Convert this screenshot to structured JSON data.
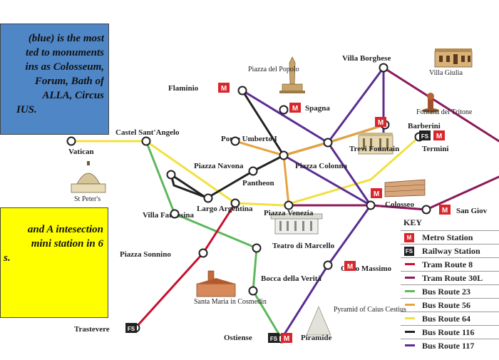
{
  "notes": {
    "blue": {
      "color": "#4f86c6",
      "lines": [
        "(blue) is the most",
        "ted to monuments",
        "ins as Colosseum,",
        "Forum, Bath of",
        "ALLA, Circus",
        "IUS."
      ]
    },
    "yellow": {
      "color": "#ffff00",
      "lines": [
        "and A intesection",
        "mini station in 6",
        "s."
      ]
    }
  },
  "icons": {
    "metro": "M",
    "railway": "FS"
  },
  "stations": {
    "villa_borghese": "Villa Borghese",
    "piazza_del_popolo": "Piazza del Popolo",
    "villa_giulia": "Villa Giulia",
    "flaminio": "Flaminio",
    "spagna": "Spagna",
    "fontana_del_tritone": "Fontana del Tritone",
    "barberini": "Barberini",
    "castel_santangelo": "Castel Sant'Angelo",
    "vatican": "Vatican",
    "ponte_umberto": "Ponte Umberto I",
    "trevi_fountain": "Trevi Fountain",
    "termini": "Termini",
    "piazza_navona": "Piazza Navona",
    "piazza_colonna": "Piazza Colonna",
    "pantheon": "Pantheon",
    "st_peters": "St Peter's",
    "colosseo": "Colosseo",
    "largo_argentina": "Largo Argentina",
    "piazza_venezia": "Piazza Venezia",
    "san_giovanni": "San Giov",
    "villa_farnesina": "Villa Farnesina",
    "teatro_marcello": "Teatro di Marcello",
    "piazza_sonnino": "Piazza Sonnino",
    "circo_massimo": "Circo Massimo",
    "bocca_verita": "Bocca della Verità",
    "santa_maria_cosmedin": "Santa Maria in Cosmedin",
    "pyramid": "Pyramid of Caius Cestius",
    "trastevere": "Trastevere",
    "ostiense": "Ostiense",
    "piramide": "Piramide"
  },
  "legend": {
    "title": "KEY",
    "rows": [
      {
        "kind": "metro",
        "label": "Metro Station",
        "color": "#d9262b"
      },
      {
        "kind": "railway",
        "label": "Railway Station",
        "color": "#222222"
      },
      {
        "kind": "line",
        "label": "Tram Route 8",
        "color": "#c8102e"
      },
      {
        "kind": "line",
        "label": "Tram Route 30L",
        "color": "#8b1a5a"
      },
      {
        "kind": "line",
        "label": "Bus Route 23",
        "color": "#5cb85c"
      },
      {
        "kind": "line",
        "label": "Bus Route 56",
        "color": "#e8a33d"
      },
      {
        "kind": "line",
        "label": "Bus Route 64",
        "color": "#f2e040"
      },
      {
        "kind": "line",
        "label": "Bus Route 116",
        "color": "#222222"
      },
      {
        "kind": "line",
        "label": "Bus Route 117",
        "color": "#5a2d91"
      }
    ]
  },
  "route_colors": {
    "tram8": "#c8102e",
    "tram30": "#8b1a5a",
    "bus23": "#5cb85c",
    "bus56": "#e8a33d",
    "bus64": "#f2e040",
    "bus116": "#222222",
    "bus117": "#5a2d91"
  }
}
